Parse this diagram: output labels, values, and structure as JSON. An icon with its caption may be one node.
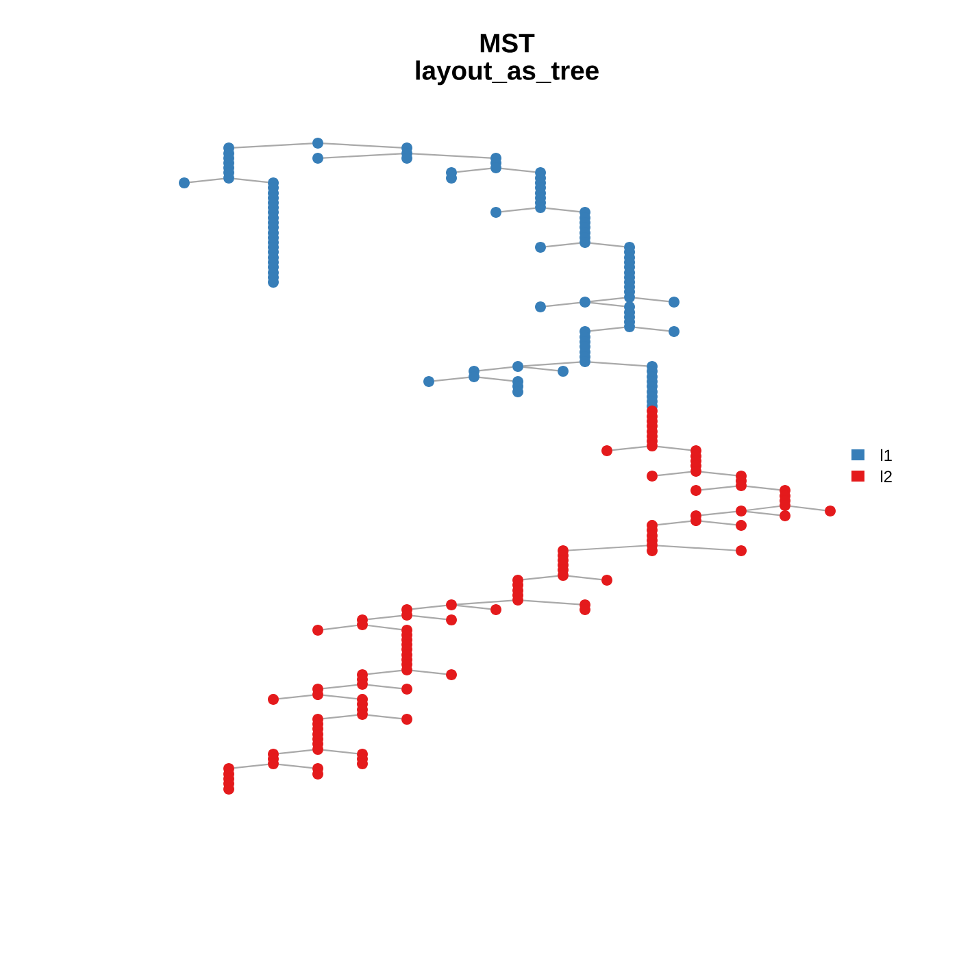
{
  "diagram": {
    "title": "MST layout_as_tree",
    "nodes": [
      {
        "text": [],
        "shape": "circle"
      },
      {
        "text": [],
        "shape": "circle"
      },
      {
        "text": [],
        "shape": "circle"
      },
      {
        "text": [],
        "shape": "circle"
      },
      {
        "text": [],
        "shape": "circle"
      },
      {
        "text": [],
        "shape": "circle"
      },
      {
        "text": [],
        "shape": "circle"
      },
      {
        "text": [],
        "shape": "circle"
      },
      {
        "text": [],
        "shape": "circle"
      },
      {
        "text": [],
        "shape": "circle"
      },
      {
        "text": [],
        "shape": "circle"
      },
      {
        "text": [],
        "shape": "circle"
      },
      {
        "text": [],
        "shape": "circle"
      },
      {
        "text": [],
        "shape": "circle"
      },
      {
        "text": [],
        "shape": "circle"
      },
      {
        "text": [],
        "shape": "circle"
      },
      {
        "text": [],
        "shape": "circle"
      },
      {
        "text": [],
        "shape": "circle"
      },
      {
        "text": [],
        "shape": "circle"
      },
      {
        "text": [],
        "shape": "circle"
      },
      {
        "text": [],
        "shape": "circle"
      },
      {
        "text": [],
        "shape": "circle"
      },
      {
        "text": [],
        "shape": "circle"
      },
      {
        "text": [],
        "shape": "circle"
      },
      {
        "text": [],
        "shape": "circle"
      },
      {
        "text": [],
        "shape": "circle"
      },
      {
        "text": [],
        "shape": "circle"
      },
      {
        "text": [],
        "shape": "circle"
      },
      {
        "text": [],
        "shape": "circle"
      },
      {
        "text": [],
        "shape": "circle"
      },
      {
        "text": [],
        "shape": "circle"
      },
      {
        "text": [],
        "shape": "circle"
      },
      {
        "text": [],
        "shape": "circle"
      },
      {
        "text": [],
        "shape": "circle"
      },
      {
        "text": [],
        "shape": "circle"
      },
      {
        "text": [],
        "shape": "circle"
      },
      {
        "text": [],
        "shape": "circle"
      },
      {
        "text": [],
        "shape": "circle"
      },
      {
        "text": [],
        "shape": "circle"
      },
      {
        "text": [],
        "shape": "circle"
      },
      {
        "text": [],
        "shape": "circle"
      },
      {
        "text": [],
        "shape": "circle"
      },
      {
        "text": [],
        "shape": "circle"
      },
      {
        "text": [],
        "shape": "circle"
      },
      {
        "text": [],
        "shape": "circle"
      },
      {
        "text": [],
        "shape": "circle"
      },
      {
        "text": [],
        "shape": "circle"
      },
      {
        "text": [],
        "shape": "circle"
      },
      {
        "text": [],
        "shape": "circle"
      },
      {
        "text": [],
        "shape": "circle"
      },
      {
        "text": [],
        "shape": "circle"
      },
      {
        "text": [],
        "shape": "circle"
      },
      {
        "text": [],
        "shape": "circle"
      },
      {
        "text": [],
        "shape": "circle"
      },
      {
        "text": [],
        "shape": "circle"
      },
      {
        "text": [],
        "shape": "circle"
      },
      {
        "text": [],
        "shape": "circle"
      },
      {
        "text": [],
        "shape": "circle"
      },
      {
        "text": [],
        "shape": "circle"
      },
      {
        "text": [],
        "shape": "circle"
      },
      {
        "text": [],
        "shape": "circle"
      },
      {
        "text": [],
        "shape": "circle"
      },
      {
        "text": [],
        "shape": "circle"
      },
      {
        "text": [],
        "shape": "circle"
      },
      {
        "text": [],
        "shape": "circle"
      },
      {
        "text": [],
        "shape": "circle"
      },
      {
        "text": [],
        "shape": "circle"
      },
      {
        "text": [],
        "shape": "circle"
      },
      {
        "text": [],
        "shape": "circle"
      },
      {
        "text": [],
        "shape": "circle"
      },
      {
        "text": [],
        "shape": "circle"
      },
      {
        "text": [],
        "shape": "circle"
      },
      {
        "text": [],
        "shape": "circle"
      },
      {
        "text": [],
        "shape": "circle"
      },
      {
        "text": [],
        "shape": "circle"
      },
      {
        "text": [],
        "shape": "circle"
      },
      {
        "text": [],
        "shape": "circle"
      },
      {
        "text": [],
        "shape": "circle"
      },
      {
        "text": [],
        "shape": "circle"
      },
      {
        "text": [],
        "shape": "circle"
      },
      {
        "text": [],
        "shape": "circle"
      },
      {
        "text": [],
        "shape": "circle"
      },
      {
        "text": [],
        "shape": "circle"
      },
      {
        "text": [],
        "shape": "circle"
      },
      {
        "text": [],
        "shape": "circle"
      },
      {
        "text": [],
        "shape": "circle"
      },
      {
        "text": [],
        "shape": "circle"
      },
      {
        "text": [],
        "shape": "circle"
      },
      {
        "text": [],
        "shape": "circle"
      },
      {
        "text": [],
        "shape": "circle"
      },
      {
        "text": [],
        "shape": "circle"
      },
      {
        "text": [],
        "shape": "circle"
      },
      {
        "text": [],
        "shape": "circle"
      },
      {
        "text": [],
        "shape": "circle"
      },
      {
        "text": [],
        "shape": "circle"
      },
      {
        "text": [],
        "shape": "circle"
      },
      {
        "text": [],
        "shape": "circle"
      },
      {
        "text": [],
        "shape": "circle"
      },
      {
        "text": [],
        "shape": "circle"
      },
      {
        "text": [],
        "shape": "circle"
      },
      {
        "text": [],
        "shape": "circle"
      },
      {
        "text": [],
        "shape": "circle"
      },
      {
        "text": [],
        "shape": "circle"
      },
      {
        "text": [],
        "shape": "circle"
      },
      {
        "text": [],
        "shape": "circle"
      },
      {
        "text": [],
        "shape": "circle"
      },
      {
        "text": [],
        "shape": "circle"
      },
      {
        "text": [],
        "shape": "circle"
      },
      {
        "text": [],
        "shape": "circle"
      },
      {
        "text": [],
        "shape": "circle"
      },
      {
        "text": [],
        "shape": "circle"
      },
      {
        "text": [],
        "shape": "circle"
      },
      {
        "text": [],
        "shape": "circle"
      },
      {
        "text": [],
        "shape": "circle"
      },
      {
        "text": [],
        "shape": "circle"
      },
      {
        "text": [],
        "shape": "circle"
      },
      {
        "text": [],
        "shape": "circle"
      },
      {
        "text": [],
        "shape": "circle"
      },
      {
        "text": [],
        "shape": "circle"
      },
      {
        "text": [],
        "shape": "circle"
      },
      {
        "text": [],
        "shape": "circle"
      },
      {
        "text": [],
        "shape": "circle"
      },
      {
        "text": [],
        "shape": "circle"
      },
      {
        "text": [],
        "shape": "circle"
      },
      {
        "text": [],
        "shape": "circle"
      },
      {
        "text": [],
        "shape": "circle"
      },
      {
        "text": [],
        "shape": "circle"
      },
      {
        "text": [],
        "shape": "circle"
      },
      {
        "text": [],
        "shape": "circle"
      },
      {
        "text": [],
        "shape": "circle"
      },
      {
        "text": [],
        "shape": "circle"
      },
      {
        "text": [],
        "shape": "circle"
      },
      {
        "text": [],
        "shape": "circle"
      },
      {
        "text": [],
        "shape": "circle"
      },
      {
        "text": [],
        "shape": "circle"
      },
      {
        "text": [],
        "shape": "circle"
      },
      {
        "text": [],
        "shape": "circle"
      },
      {
        "text": [],
        "shape": "circle"
      },
      {
        "text": [],
        "shape": "circle"
      },
      {
        "text": [],
        "shape": "circle"
      },
      {
        "text": [],
        "shape": "circle"
      },
      {
        "text": [],
        "shape": "circle"
      },
      {
        "text": [],
        "shape": "circle"
      },
      {
        "text": [],
        "shape": "circle"
      },
      {
        "text": [],
        "shape": "circle"
      },
      {
        "text": [],
        "shape": "circle"
      },
      {
        "text": [],
        "shape": "circle"
      },
      {
        "text": [],
        "shape": "circle"
      },
      {
        "text": [],
        "shape": "circle"
      },
      {
        "text": [],
        "shape": "circle"
      },
      {
        "text": [],
        "shape": "circle"
      },
      {
        "text": [],
        "shape": "circle"
      },
      {
        "text": [],
        "shape": "circle"
      },
      {
        "text": [],
        "shape": "circle"
      },
      {
        "text": [],
        "shape": "circle"
      },
      {
        "text": [],
        "shape": "circle"
      },
      {
        "text": [],
        "shape": "circle"
      },
      {
        "text": [],
        "shape": "circle"
      },
      {
        "text": [],
        "shape": "circle"
      },
      {
        "text": [],
        "shape": "circle"
      },
      {
        "text": [],
        "shape": "circle"
      },
      {
        "text": [],
        "shape": "circle"
      },
      {
        "text": [],
        "shape": "circle"
      },
      {
        "text": [],
        "shape": "circle"
      },
      {
        "text": [],
        "shape": "circle"
      },
      {
        "text": [],
        "shape": "circle"
      },
      {
        "text": [],
        "shape": "circle"
      },
      {
        "text": [],
        "shape": "circle"
      },
      {
        "text": [],
        "shape": "circle"
      },
      {
        "text": [],
        "shape": "circle"
      },
      {
        "text": [],
        "shape": "circle"
      },
      {
        "text": [],
        "shape": "circle"
      },
      {
        "text": [],
        "shape": "circle"
      },
      {
        "text": [],
        "shape": "circle"
      },
      {
        "text": [],
        "shape": "circle"
      },
      {
        "text": [],
        "shape": "circle"
      },
      {
        "text": [],
        "shape": "circle"
      },
      {
        "text": [],
        "shape": "circle"
      },
      {
        "text": [],
        "shape": "circle"
      },
      {
        "text": [],
        "shape": "circle"
      },
      {
        "text": [],
        "shape": "circle"
      },
      {
        "text": [],
        "shape": "circle"
      },
      {
        "text": [],
        "shape": "circle"
      },
      {
        "text": [],
        "shape": "circle"
      },
      {
        "text": [],
        "shape": "circle"
      },
      {
        "text": [],
        "shape": "circle"
      },
      {
        "text": [],
        "shape": "circle"
      },
      {
        "text": [],
        "shape": "circle"
      },
      {
        "text": [],
        "shape": "circle"
      },
      {
        "text": [],
        "shape": "circle"
      },
      {
        "text": [],
        "shape": "circle"
      },
      {
        "text": [],
        "shape": "circle"
      },
      {
        "text": [],
        "shape": "circle"
      },
      {
        "text": [],
        "shape": "circle"
      },
      {
        "text": [],
        "shape": "circle"
      },
      {
        "text": [],
        "shape": "circle"
      },
      {
        "text": [],
        "shape": "circle"
      },
      {
        "text": [],
        "shape": "circle"
      },
      {
        "text": [],
        "shape": "circle"
      },
      {
        "text": [],
        "shape": "circle"
      }
    ],
    "edges": [
      {
        "from": 0,
        "to": 1,
        "arrow": "none"
      },
      {
        "from": 0,
        "to": 2,
        "arrow": "none"
      },
      {
        "from": 16,
        "to": 19,
        "arrow": "none"
      },
      {
        "from": 16,
        "to": 20,
        "arrow": "none"
      },
      {
        "from": 4,
        "to": 6,
        "arrow": "none"
      },
      {
        "from": 4,
        "to": 8,
        "arrow": "none"
      },
      {
        "from": 12,
        "to": 14,
        "arrow": "none"
      },
      {
        "from": 12,
        "to": 15,
        "arrow": "none"
      },
      {
        "from": 31,
        "to": 33,
        "arrow": "none"
      },
      {
        "from": 31,
        "to": 34,
        "arrow": "none"
      },
      {
        "from": 46,
        "to": 48,
        "arrow": "none"
      },
      {
        "from": 46,
        "to": 49,
        "arrow": "none"
      },
      {
        "from": 66,
        "to": 67,
        "arrow": "none"
      },
      {
        "from": 66,
        "to": 68,
        "arrow": "none"
      },
      {
        "from": 67,
        "to": 69,
        "arrow": "none"
      },
      {
        "from": 67,
        "to": 70,
        "arrow": "none"
      },
      {
        "from": 74,
        "to": 75,
        "arrow": "none"
      },
      {
        "from": 74,
        "to": 76,
        "arrow": "none"
      },
      {
        "from": 82,
        "to": 83,
        "arrow": "none"
      },
      {
        "from": 82,
        "to": 84,
        "arrow": "none"
      },
      {
        "from": 83,
        "to": 85,
        "arrow": "none"
      },
      {
        "from": 83,
        "to": 86,
        "arrow": "none"
      },
      {
        "from": 88,
        "to": 90,
        "arrow": "none"
      },
      {
        "from": 88,
        "to": 91,
        "arrow": "none"
      },
      {
        "from": 107,
        "to": 108,
        "arrow": "none"
      },
      {
        "from": 107,
        "to": 109,
        "arrow": "none"
      },
      {
        "from": 113,
        "to": 114,
        "arrow": "none"
      },
      {
        "from": 113,
        "to": 115,
        "arrow": "none"
      },
      {
        "from": 117,
        "to": 118,
        "arrow": "none"
      },
      {
        "from": 117,
        "to": 119,
        "arrow": "none"
      },
      {
        "from": 122,
        "to": 123,
        "arrow": "none"
      },
      {
        "from": 122,
        "to": 124,
        "arrow": "none"
      },
      {
        "from": 123,
        "to": 125,
        "arrow": "none"
      },
      {
        "from": 123,
        "to": 126,
        "arrow": "none"
      },
      {
        "from": 127,
        "to": 128,
        "arrow": "none"
      },
      {
        "from": 127,
        "to": 129,
        "arrow": "none"
      },
      {
        "from": 133,
        "to": 134,
        "arrow": "none"
      },
      {
        "from": 133,
        "to": 136,
        "arrow": "none"
      },
      {
        "from": 141,
        "to": 142,
        "arrow": "none"
      },
      {
        "from": 141,
        "to": 143,
        "arrow": "none"
      },
      {
        "from": 147,
        "to": 148,
        "arrow": "none"
      },
      {
        "from": 147,
        "to": 149,
        "arrow": "none"
      },
      {
        "from": 148,
        "to": 150,
        "arrow": "none"
      },
      {
        "from": 148,
        "to": 151,
        "arrow": "none"
      },
      {
        "from": 153,
        "to": 154,
        "arrow": "none"
      },
      {
        "from": 153,
        "to": 155,
        "arrow": "none"
      },
      {
        "from": 156,
        "to": 157,
        "arrow": "none"
      },
      {
        "from": 156,
        "to": 158,
        "arrow": "none"
      },
      {
        "from": 166,
        "to": 167,
        "arrow": "none"
      },
      {
        "from": 166,
        "to": 168,
        "arrow": "none"
      },
      {
        "from": 170,
        "to": 171,
        "arrow": "none"
      },
      {
        "from": 170,
        "to": 172,
        "arrow": "none"
      },
      {
        "from": 173,
        "to": 174,
        "arrow": "none"
      },
      {
        "from": 173,
        "to": 175,
        "arrow": "none"
      },
      {
        "from": 178,
        "to": 179,
        "arrow": "none"
      },
      {
        "from": 178,
        "to": 180,
        "arrow": "none"
      },
      {
        "from": 186,
        "to": 187,
        "arrow": "none"
      },
      {
        "from": 186,
        "to": 188,
        "arrow": "none"
      },
      {
        "from": 191,
        "to": 193,
        "arrow": "none"
      },
      {
        "from": 191,
        "to": 194,
        "arrow": "none"
      }
    ],
    "legend": [
      {
        "text": "l1",
        "color": "#377eb8"
      },
      {
        "text": "l2",
        "color": "#e41a1c"
      }
    ]
  }
}
